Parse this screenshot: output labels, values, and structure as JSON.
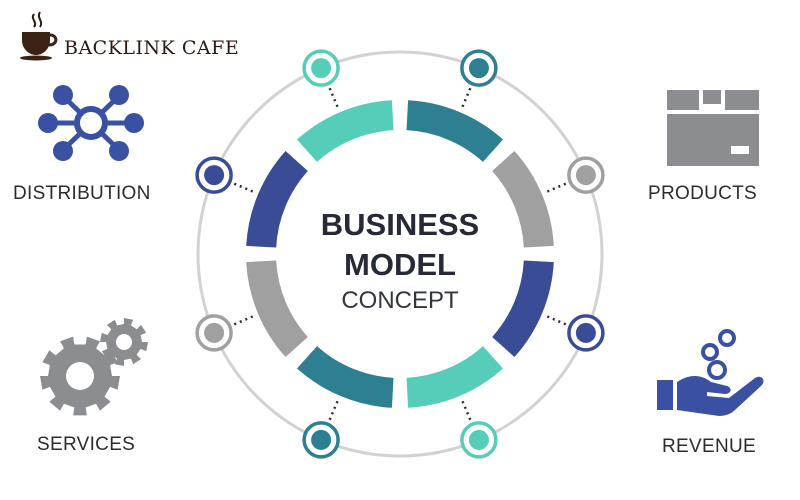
{
  "brand": {
    "name": "BACKLINK CAFE",
    "icon": "coffee-cup-icon"
  },
  "center": {
    "line1": "BUSINESS",
    "line2": "MODEL",
    "line3": "CONCEPT"
  },
  "corners": {
    "distribution": {
      "label": "DISTRIBUTION",
      "icon": "network-hub-icon"
    },
    "products": {
      "label": "PRODUCTS",
      "icon": "package-box-icon"
    },
    "services": {
      "label": "SERVICES",
      "icon": "gears-icon"
    },
    "revenue": {
      "label": "REVENUE",
      "icon": "hand-coins-icon"
    }
  },
  "colors": {
    "navy": "#3a4c96",
    "teal": "#2e7f92",
    "mint": "#56cdb9",
    "gray": "#a0a0a0",
    "outer_ring": "#d2d2d2",
    "icon_blue": "#3a51a3",
    "icon_gray": "#8b8d90"
  }
}
